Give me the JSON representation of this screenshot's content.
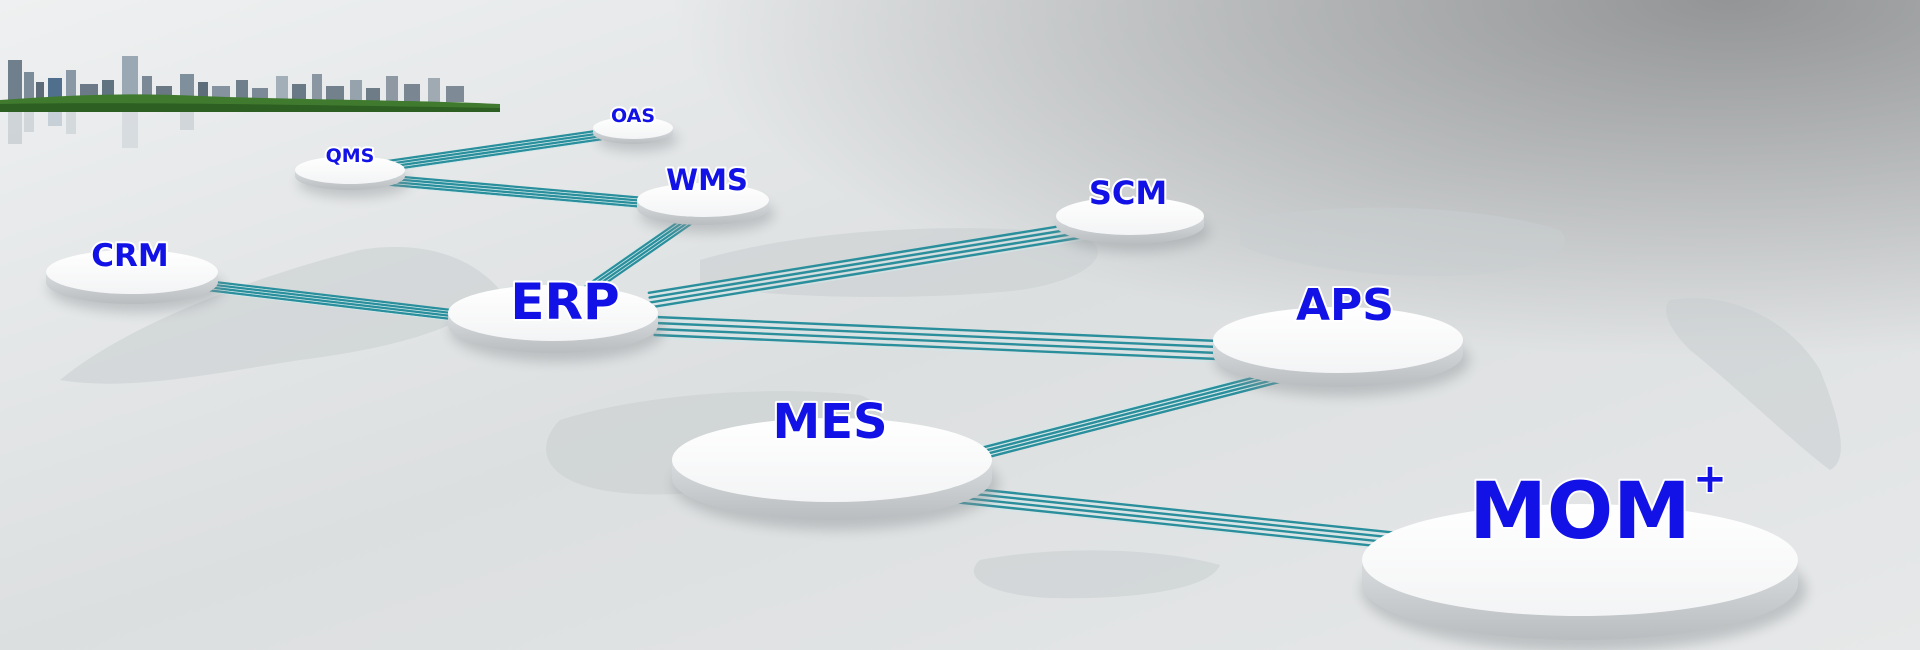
{
  "colors": {
    "label": "#1212e6",
    "link": "#2a8f9c",
    "disc": "#ffffff",
    "background": "#d9dbdc"
  },
  "nodes": [
    {
      "id": "oas",
      "label": "OAS"
    },
    {
      "id": "qms",
      "label": "QMS"
    },
    {
      "id": "wms",
      "label": "WMS"
    },
    {
      "id": "crm",
      "label": "CRM"
    },
    {
      "id": "scm",
      "label": "SCM"
    },
    {
      "id": "erp",
      "label": "ERP"
    },
    {
      "id": "aps",
      "label": "APS"
    },
    {
      "id": "mes",
      "label": "MES"
    },
    {
      "id": "mom",
      "label": "MOM",
      "superscript": "+"
    }
  ],
  "links": [
    {
      "from": "qms",
      "to": "oas"
    },
    {
      "from": "qms",
      "to": "wms"
    },
    {
      "from": "wms",
      "to": "erp"
    },
    {
      "from": "crm",
      "to": "erp"
    },
    {
      "from": "erp",
      "to": "scm"
    },
    {
      "from": "erp",
      "to": "aps"
    },
    {
      "from": "aps",
      "to": "mes"
    },
    {
      "from": "mes",
      "to": "mom"
    }
  ]
}
